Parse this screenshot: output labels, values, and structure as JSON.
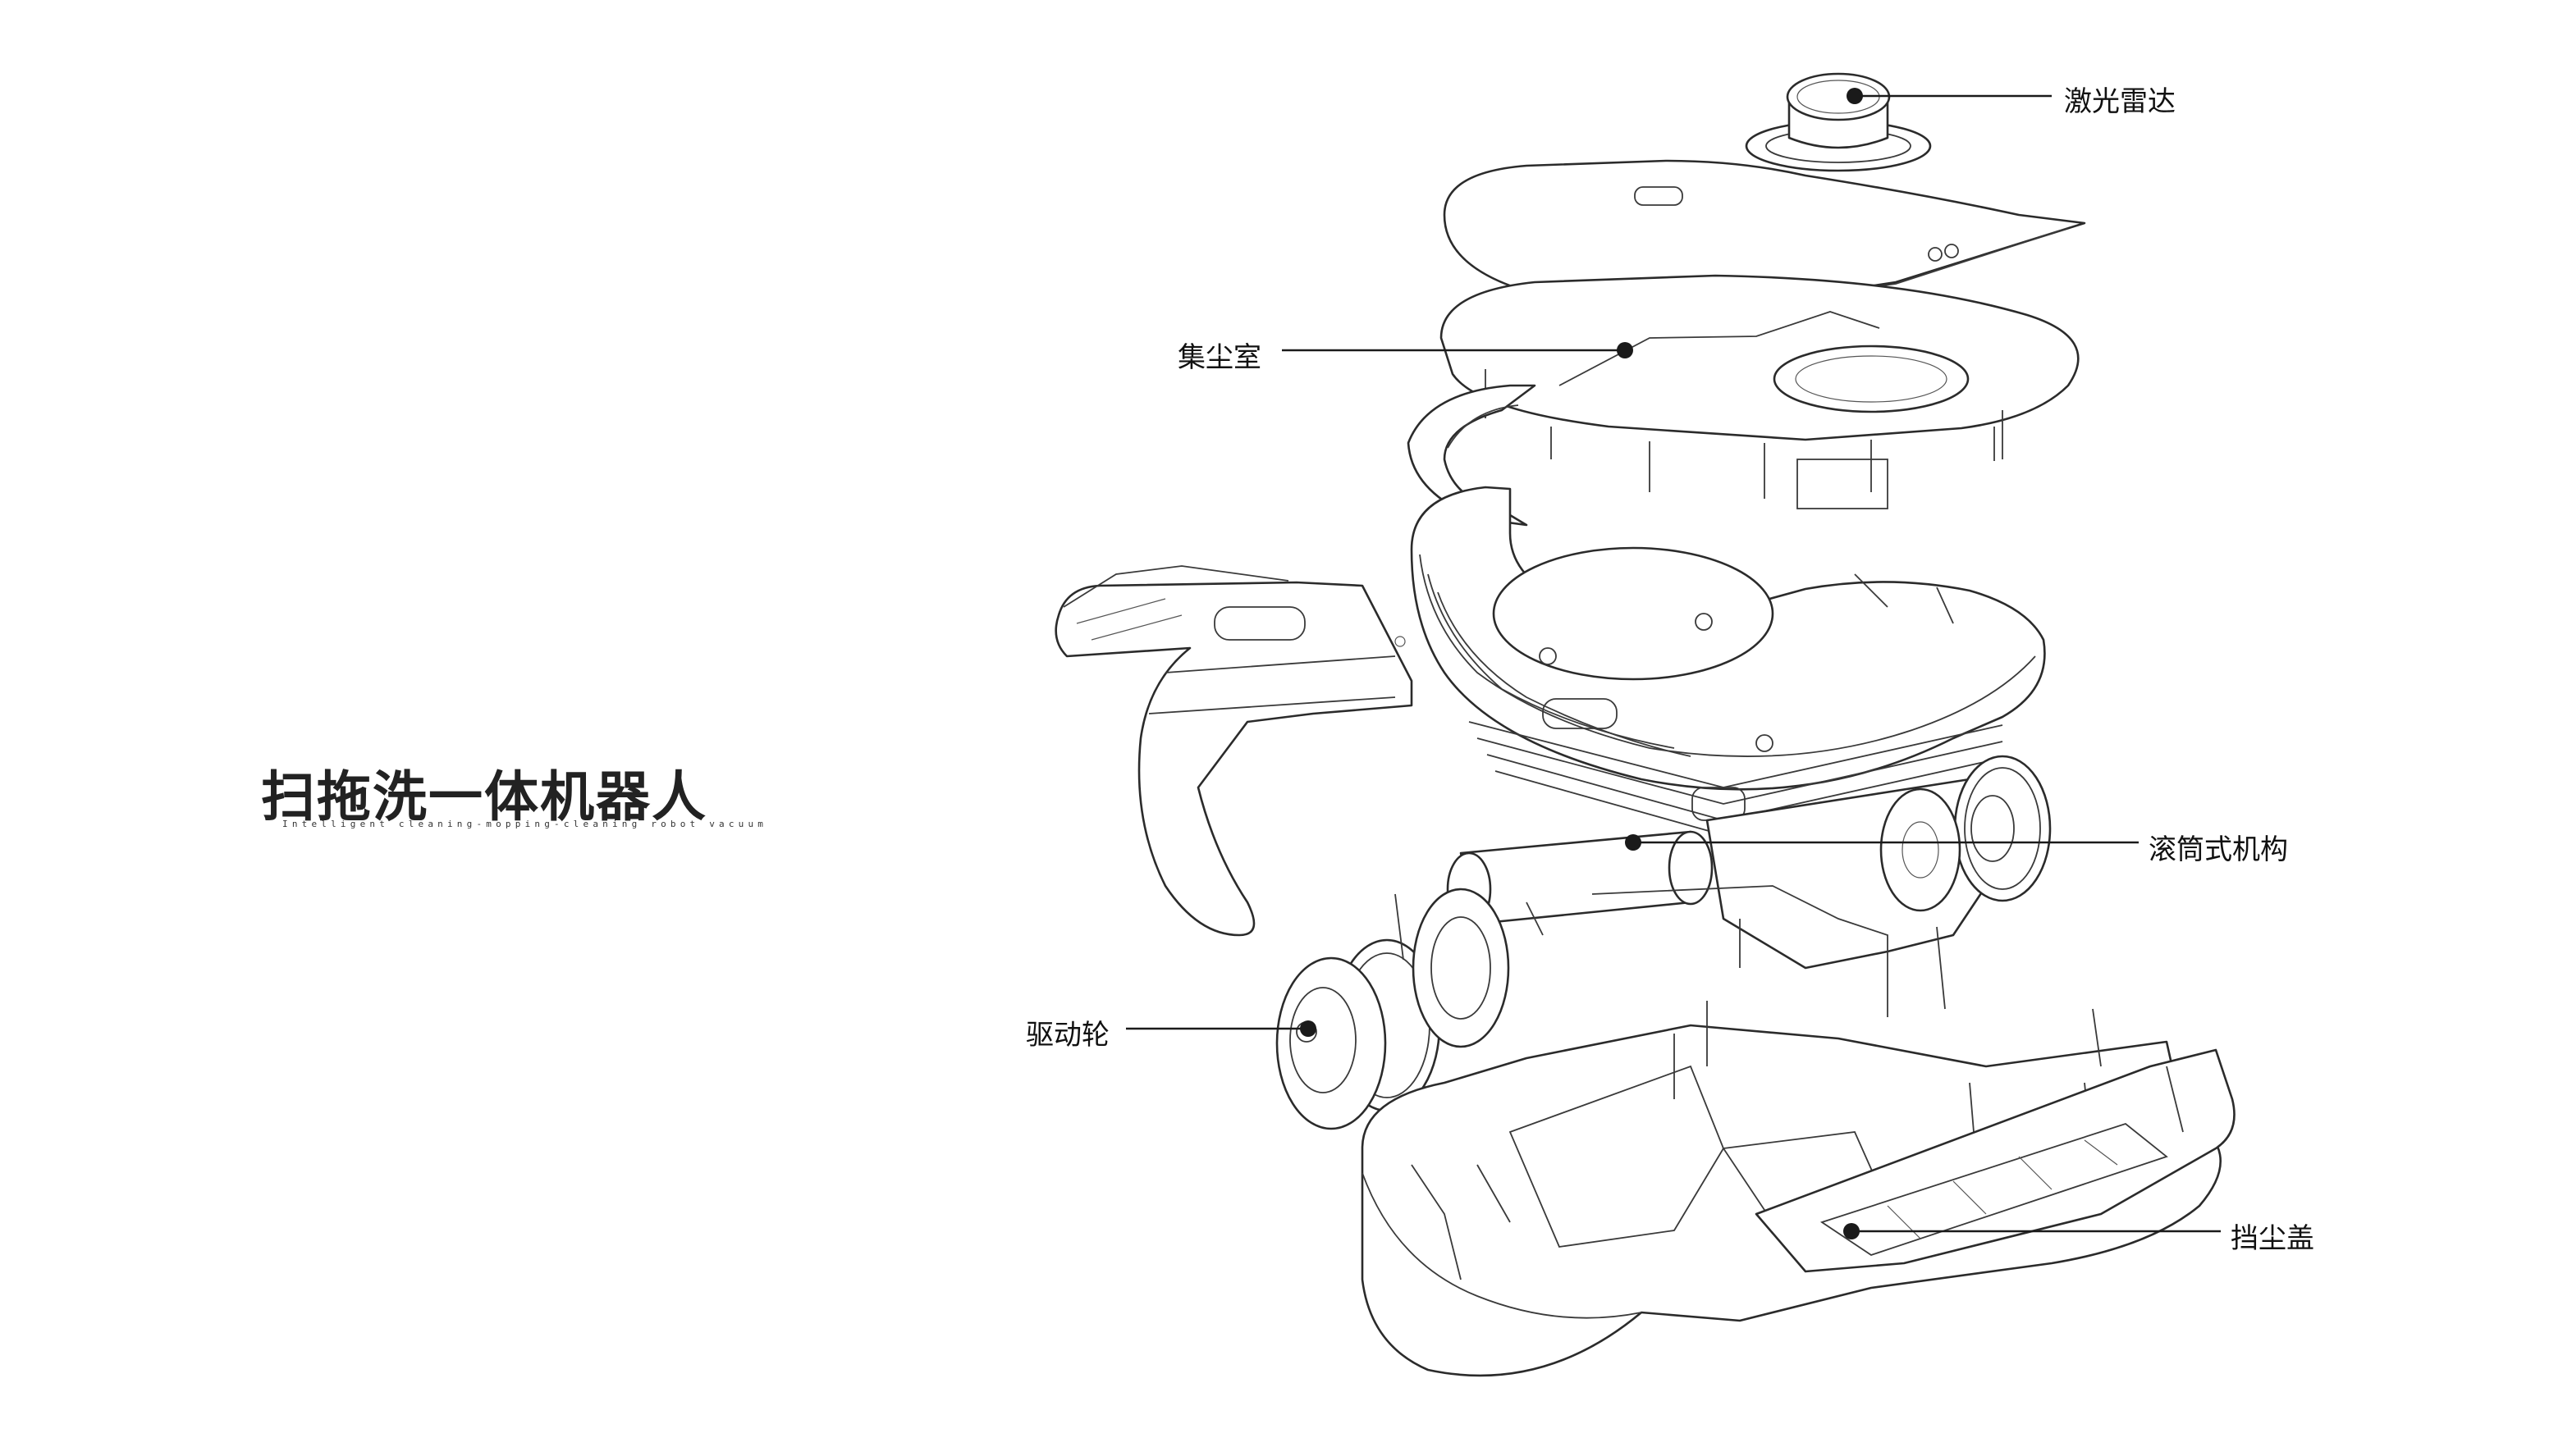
{
  "title": "扫拖洗一体机器人",
  "subtitle": "Intelligent cleaning-mopping-cleaning robot vacuum",
  "callouts": {
    "lidar": "激光雷达",
    "dust_chamber": "集尘室",
    "roller_mechanism": "滚筒式机构",
    "drive_wheel": "驱动轮",
    "dust_cover": "挡尘盖"
  }
}
